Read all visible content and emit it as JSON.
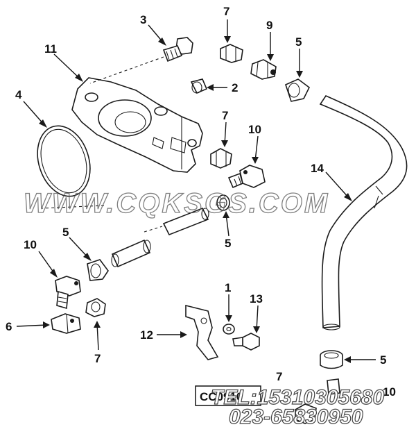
{
  "diagram": {
    "callouts": {
      "c1": "1",
      "c2": "2",
      "c3": "3",
      "c4": "4",
      "c5a": "5",
      "c5b": "5",
      "c5c": "5",
      "c5d": "5",
      "c6": "6",
      "c7a": "7",
      "c7b": "7",
      "c7c": "7",
      "c7d": "7",
      "c9": "9",
      "c10a": "10",
      "c10b": "10",
      "c10c": "10",
      "c11": "11",
      "c12": "12",
      "c13": "13",
      "c14": "14"
    },
    "figure_code": "CC0910",
    "watermark": "WWW.CQKSGS.COM",
    "phone_line_1": "TEL:15310305680",
    "phone_line_2": "023-65830950"
  }
}
